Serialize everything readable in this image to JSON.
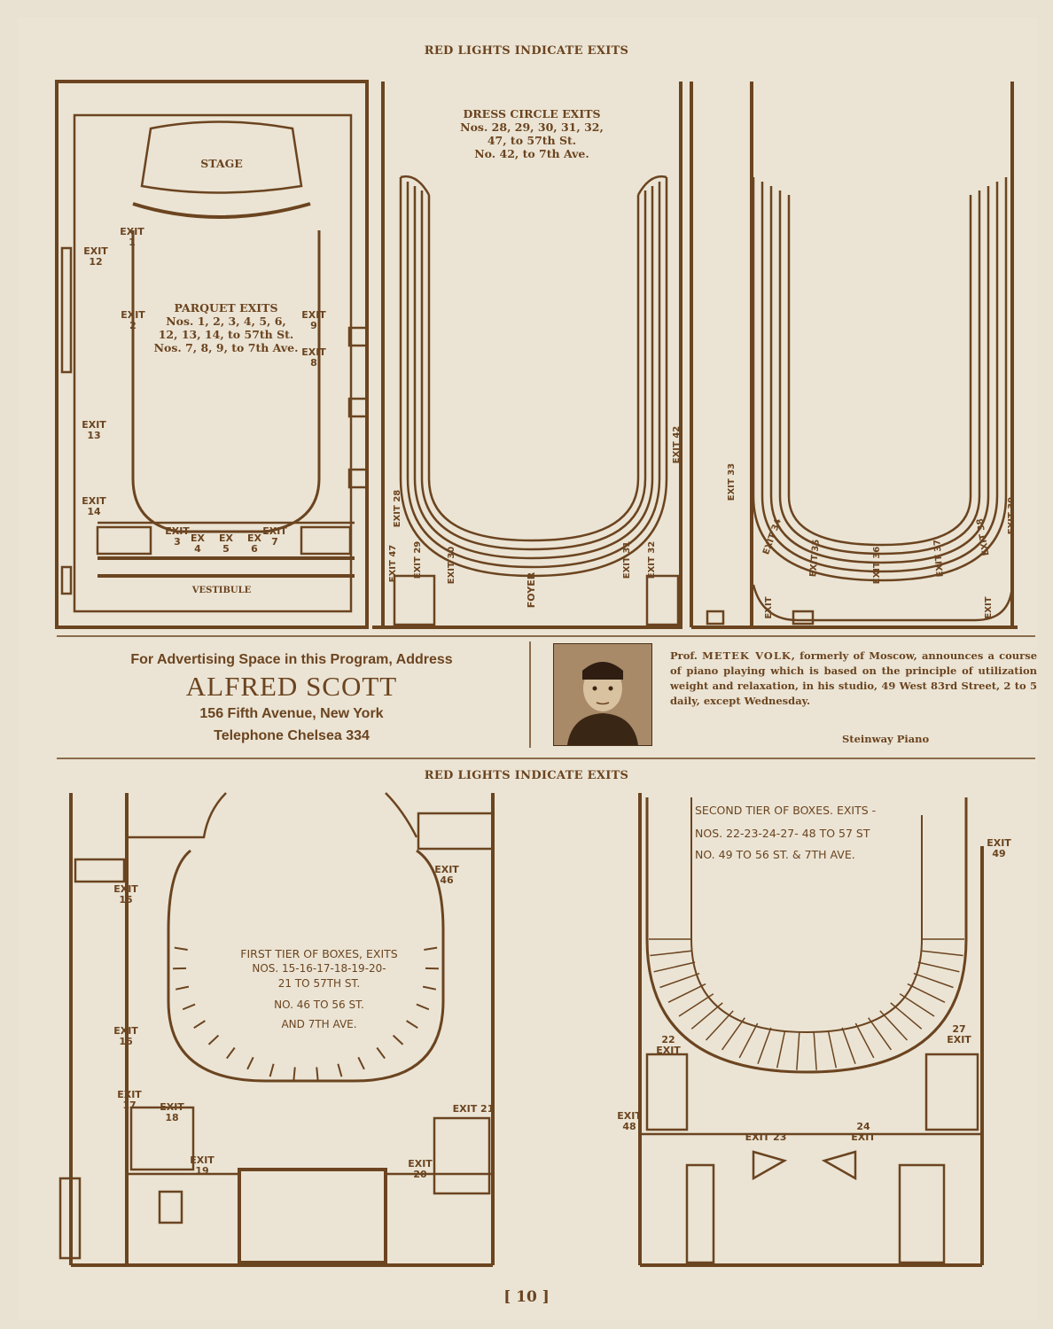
{
  "header_top": "RED LIGHTS INDICATE EXITS",
  "header_bottom": "RED LIGHTS INDICATE EXITS",
  "page_number": "[ 10 ]",
  "parquet": {
    "stage": "STAGE",
    "vestibule": "VESTIBULE",
    "title": "PARQUET EXITS",
    "line1": "Nos. 1, 2, 3, 4, 5, 6,",
    "line2": "12, 13, 14, to 57th St.",
    "line3": "Nos. 7, 8, 9, to 7th Ave.",
    "exits": [
      "EXIT 12",
      "EXIT 1",
      "EXIT 2",
      "EXIT 9",
      "EXIT 8",
      "EXIT 13",
      "EXIT 14",
      "EXIT 3",
      "EX 4",
      "EX 5",
      "EX 6",
      "EXIT 7"
    ]
  },
  "dress_circle": {
    "title": "DRESS CIRCLE EXITS",
    "line1": "Nos. 28, 29, 30, 31, 32,",
    "line2": "47, to 57th St.",
    "line3": "No. 42, to 7th Ave.",
    "foyer": "FOYER",
    "exits": [
      "EXIT 28",
      "EXIT 47",
      "EXIT 29",
      "EXIT 30",
      "EXIT 31",
      "EXIT 32",
      "EXIT 42",
      "EXIT 33",
      "EXIT 34",
      "EXIT 35",
      "EXIT 36",
      "EXIT 37",
      "EXIT 38",
      "EXIT 39",
      "EXIT",
      "EXIT"
    ]
  },
  "advert": {
    "line1": "For Advertising Space in this Program, Address",
    "name": "ALFRED SCOTT",
    "address": "156 Fifth Avenue, New York",
    "phone": "Telephone Chelsea 334"
  },
  "notice": {
    "prefix": "Prof. ",
    "name": "METEK VOLK",
    "text": ", formerly of Moscow, announces a course of piano playing which is based on the principle of utilization weight and relaxation, in his studio, 49 West 83rd Street, 2 to 5 daily, except Wednesday.",
    "footer": "Steinway Piano"
  },
  "first_tier": {
    "line1": "FIRST TIER OF BOXES, EXITS",
    "line2": "NOS. 15-16-17-18-19-20-",
    "line3": "21 TO 57TH ST.",
    "line4": "NO. 46 TO 56 ST.",
    "line5": "AND 7TH AVE.",
    "exits": [
      "EXIT 15",
      "EXIT 16",
      "EXIT 17",
      "EXIT 18",
      "EXIT 19",
      "EXIT 20",
      "EXIT 21",
      "EXIT 46"
    ]
  },
  "second_tier": {
    "line1": "SECOND TIER OF BOXES. EXITS -",
    "line2": "NOS. 22-23-24-27- 48 TO 57 ST",
    "line3": "NO. 49 TO 56 ST. & 7TH AVE.",
    "exits": [
      "EXIT 49",
      "22 EXIT",
      "27 EXIT",
      "EXIT 48",
      "EXIT 23",
      "24 EXIT"
    ]
  },
  "colors": {
    "ink": "#6b4420",
    "paper": "#ebe4d4"
  }
}
